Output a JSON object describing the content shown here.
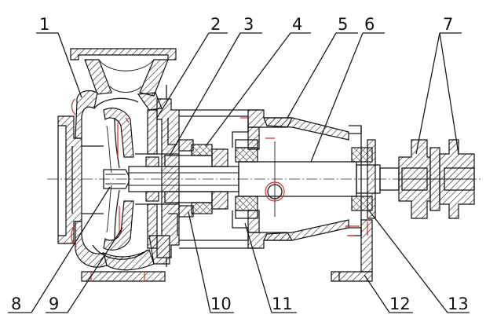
{
  "drawing": {
    "part_numbers": [
      "1",
      "2",
      "3",
      "4",
      "5",
      "6",
      "7",
      "8",
      "9",
      "10",
      "11",
      "12",
      "13"
    ]
  }
}
